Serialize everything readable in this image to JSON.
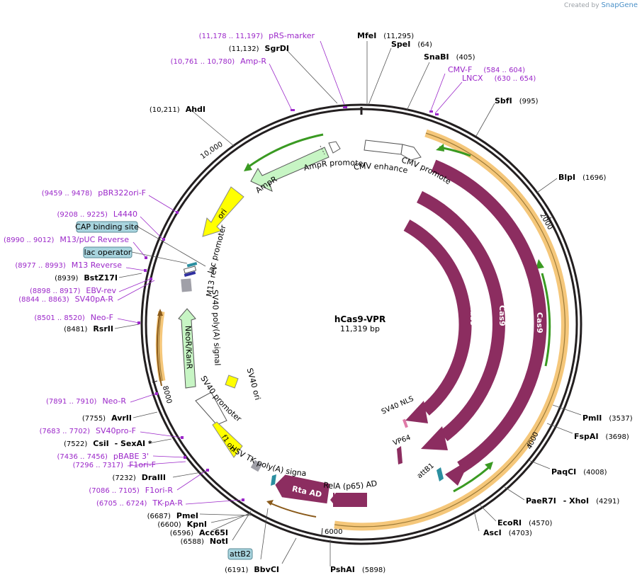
{
  "credit": {
    "prefix": "Created by",
    "brand": "SnapGene"
  },
  "plasmid": {
    "name": "hCas9-VPR",
    "length": "11,319 bp"
  },
  "ticks": [
    "2000",
    "4000",
    "6000",
    "8000",
    "10,000"
  ],
  "features": [
    {
      "id": "cmv-enhancer",
      "label": "CMV enhancer"
    },
    {
      "id": "cmv-promoter",
      "label": "CMV promoter"
    },
    {
      "id": "cas9-inner",
      "label": "Cas9"
    },
    {
      "id": "cas9-mid",
      "label": "Cas9"
    },
    {
      "id": "cas9-outer",
      "label": "Cas9"
    },
    {
      "id": "sv40-nls",
      "label": "SV40 NLS"
    },
    {
      "id": "vp64",
      "label": "VP64"
    },
    {
      "id": "attb1",
      "label": "attB1"
    },
    {
      "id": "rela",
      "label": "RelA (p65) AD"
    },
    {
      "id": "rta",
      "label": "Rta AD"
    },
    {
      "id": "hsv-tk",
      "label": "HSV TK poly(A) signal"
    },
    {
      "id": "f1-ori",
      "label": "f1 ori"
    },
    {
      "id": "sv40-promoter",
      "label": "SV40 promoter"
    },
    {
      "id": "sv40-ori",
      "label": "SV40 ori"
    },
    {
      "id": "neo",
      "label": "NeoR/KanR"
    },
    {
      "id": "sv40-polya",
      "label": "SV40 poly(A) signal"
    },
    {
      "id": "m13-rev",
      "label": "M13 rev"
    },
    {
      "id": "lac-promoter",
      "label": "lac promoter"
    },
    {
      "id": "ori",
      "label": "ori"
    },
    {
      "id": "ampr",
      "label": "AmpR"
    },
    {
      "id": "ampr-promoter",
      "label": "AmpR promoter"
    }
  ],
  "sites": [
    {
      "id": "mfei",
      "name": "MfeI",
      "pos": "(11,295)"
    },
    {
      "id": "spei",
      "name": "SpeI",
      "pos": "(64)"
    },
    {
      "id": "snabi",
      "name": "SnaBI",
      "pos": "(405)"
    },
    {
      "id": "sbfi",
      "name": "SbfI",
      "pos": "(995)"
    },
    {
      "id": "blpi",
      "name": "BlpI",
      "pos": "(1696)"
    },
    {
      "id": "pmli",
      "name": "PmlI",
      "pos": "(3537)"
    },
    {
      "id": "fspai",
      "name": "FspAI",
      "pos": "(3698)"
    },
    {
      "id": "paqci",
      "name": "PaqCI",
      "pos": "(4008)"
    },
    {
      "id": "paer7i",
      "name": "PaeR7I",
      "extra": " - XhoI",
      "pos": "(4291)"
    },
    {
      "id": "ecori",
      "name": "EcoRI",
      "pos": "(4570)"
    },
    {
      "id": "asci",
      "name": "AscI",
      "pos": "(4703)"
    },
    {
      "id": "pshai",
      "name": "PshAI",
      "pos": "(5898)"
    },
    {
      "id": "bbvci",
      "name": "BbvCI",
      "pos": "(6191)"
    },
    {
      "id": "noti",
      "name": "NotI",
      "pos": "(6588)"
    },
    {
      "id": "acc65i",
      "name": "Acc65I",
      "pos": "(6596)"
    },
    {
      "id": "kpni",
      "name": "KpnI",
      "pos": "(6600)"
    },
    {
      "id": "pmei",
      "name": "PmeI",
      "pos": "(6687)"
    },
    {
      "id": "draiii",
      "name": "DraIII",
      "pos": "(7232)"
    },
    {
      "id": "csii",
      "name": "CsiI",
      "extra": " - SexAI *",
      "pos": "(7522)"
    },
    {
      "id": "avrii",
      "name": "AvrII",
      "pos": "(7755)"
    },
    {
      "id": "rsrii",
      "name": "RsrII",
      "pos": "(8481)"
    },
    {
      "id": "bstz17i",
      "name": "BstZ17I",
      "pos": "(8939)"
    },
    {
      "id": "ahdi",
      "name": "AhdI",
      "pos": "(10,211)"
    },
    {
      "id": "sgrdi",
      "name": "SgrDI",
      "pos": "(11,132)"
    }
  ],
  "primers": [
    {
      "id": "prs-marker",
      "name": "pRS-marker",
      "range": "(11,178 .. 11,197)"
    },
    {
      "id": "amp-r",
      "name": "Amp-R",
      "range": "(10,761 .. 10,780)"
    },
    {
      "id": "cmv-f",
      "name": "CMV-F",
      "range": "(584 .. 604)"
    },
    {
      "id": "lncx",
      "name": "LNCX",
      "range": "(630 .. 654)"
    },
    {
      "id": "pbr322ori-f",
      "name": "pBR322ori-F",
      "range": "(9459 .. 9478)"
    },
    {
      "id": "l4440",
      "name": "L4440",
      "range": "(9208 .. 9225)"
    },
    {
      "id": "m13puc-rev",
      "name": "M13/pUC Reverse",
      "range": "(8990 .. 9012)"
    },
    {
      "id": "m13-reverse",
      "name": "M13 Reverse",
      "range": "(8977 .. 8993)"
    },
    {
      "id": "ebv-rev",
      "name": "EBV-rev",
      "range": "(8898 .. 8917)"
    },
    {
      "id": "sv40pa-r",
      "name": "SV40pA-R",
      "range": "(8844 .. 8863)"
    },
    {
      "id": "neo-f",
      "name": "Neo-F",
      "range": "(8501 .. 8520)"
    },
    {
      "id": "neo-r",
      "name": "Neo-R",
      "range": "(7891 .. 7910)"
    },
    {
      "id": "sv40pro-f",
      "name": "SV40pro-F",
      "range": "(7683 .. 7702)"
    },
    {
      "id": "pbabe3",
      "name": "pBABE 3'",
      "range": "(7436 .. 7456)"
    },
    {
      "id": "f1ori-f",
      "name": "F1ori-F",
      "range": "(7296 .. 7317)"
    },
    {
      "id": "f1ori-r",
      "name": "F1ori-R",
      "range": "(7086 .. 7105)"
    },
    {
      "id": "tk-pa-r",
      "name": "TK-pA-R",
      "range": "(6705 .. 6724)"
    }
  ],
  "boxes": [
    {
      "id": "cap",
      "label": "CAP binding site"
    },
    {
      "id": "lacop",
      "label": "lac operator"
    },
    {
      "id": "attb2",
      "label": "attB2"
    }
  ],
  "colors": {
    "backbone": "#231f20",
    "cas9": "#8c2d60",
    "orf": "#c9a6c4",
    "yellow": "#ffff00",
    "promoter": "#ffffff",
    "resistance": "#c7f5c4",
    "primer": "#9b27c9",
    "highlight": "#f5c77a",
    "green": "#3a9a22"
  }
}
